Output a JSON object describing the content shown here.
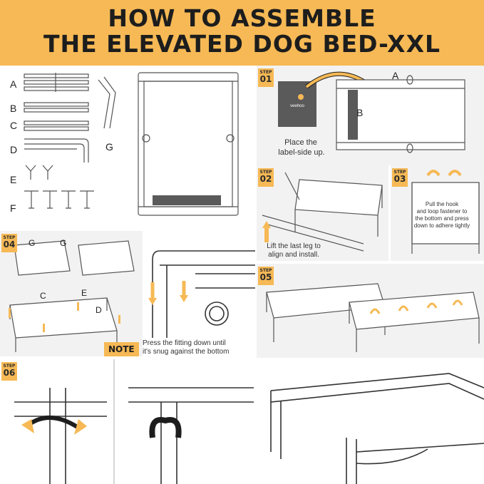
{
  "header": {
    "line1": "HOW TO ASSEMBLE",
    "line2": "THE ELEVATED DOG BED-XXL"
  },
  "parts": {
    "a": "A",
    "b": "B",
    "c": "C",
    "d": "D",
    "e": "E",
    "f": "F",
    "g": "G"
  },
  "step_word": "STEP",
  "step1": {
    "num": "01",
    "label_a": "A",
    "label_b": "B",
    "brand": "veehoo",
    "caption_1": "Place the",
    "caption_2": "label-side up."
  },
  "step2": {
    "num": "02",
    "caption_1": "Lift the last leg to",
    "caption_2": "align and install."
  },
  "step3": {
    "num": "03",
    "caption_1": "Pull the hook",
    "caption_2": "and loop fastener to",
    "caption_3": "the bottom and press",
    "caption_4": "down to adhere tightly"
  },
  "step4": {
    "num": "04",
    "label_g1": "G",
    "label_g2": "G",
    "label_c": "C",
    "label_e": "E",
    "label_d": "D"
  },
  "note": {
    "badge": "NOTE",
    "text_1": "Press the fitting down until",
    "text_2": "it's snug against the bottom"
  },
  "step5": {
    "num": "05"
  },
  "step6": {
    "num": "06"
  },
  "colors": {
    "accent": "#f6b955",
    "panel": "#f2f2f2",
    "ink": "#1d1d1d"
  }
}
